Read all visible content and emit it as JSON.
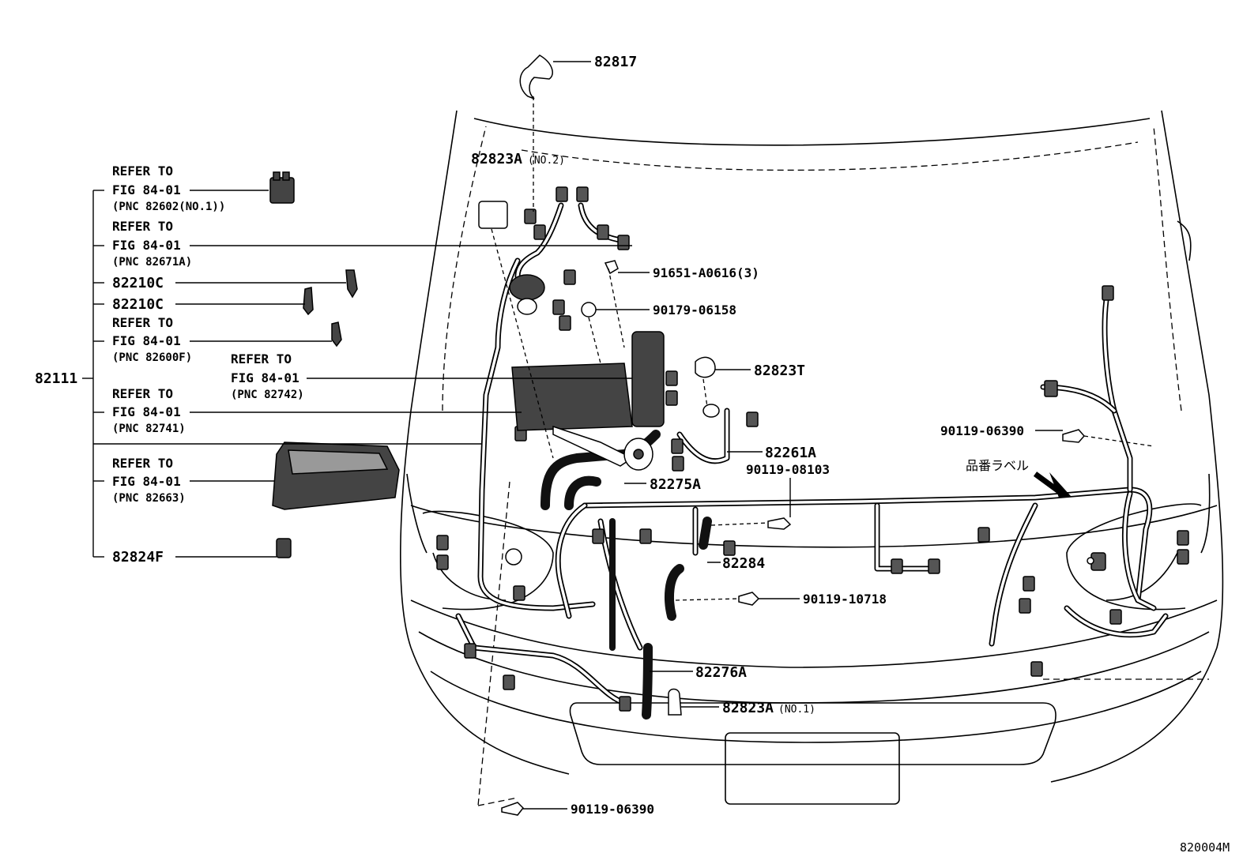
{
  "labels": {
    "p82817": "82817",
    "p82823A_no2": "82823A",
    "p82823A_no2_suffix": "(NO.2)",
    "p82111": "82111",
    "p82210C_1": "82210C",
    "p82210C_2": "82210C",
    "p82824F": "82824F",
    "p91651": "91651-A0616(3)",
    "p90179": "90179-06158",
    "p82823T": "82823T",
    "p82261A": "82261A",
    "p82275A": "82275A",
    "p90119_08103": "90119-08103",
    "p82284": "82284",
    "p90119_10718": "90119-10718",
    "p82276A": "82276A",
    "p82823A_no1": "82823A",
    "p82823A_no1_suffix": "(NO.1)",
    "p90119_06390_right": "90119-06390",
    "p90119_06390_bottom": "90119-06390",
    "label_jp": "品番ラベル",
    "figure_code": "820004M"
  },
  "refs": [
    {
      "refer": "REFER TO",
      "fig": "FIG 84-01",
      "pnc": "(PNC 82602(NO.1))"
    },
    {
      "refer": "REFER TO",
      "fig": "FIG 84-01",
      "pnc": "(PNC 82671A)"
    },
    {
      "refer": "REFER TO",
      "fig": "FIG 84-01",
      "pnc": "(PNC 82600F)"
    },
    {
      "refer": "REFER TO",
      "fig": "FIG 84-01",
      "pnc": "(PNC 82742)"
    },
    {
      "refer": "REFER TO",
      "fig": "FIG 84-01",
      "pnc": "(PNC 82741)"
    },
    {
      "refer": "REFER TO",
      "fig": "FIG 84-01",
      "pnc": "(PNC 82663)"
    }
  ]
}
